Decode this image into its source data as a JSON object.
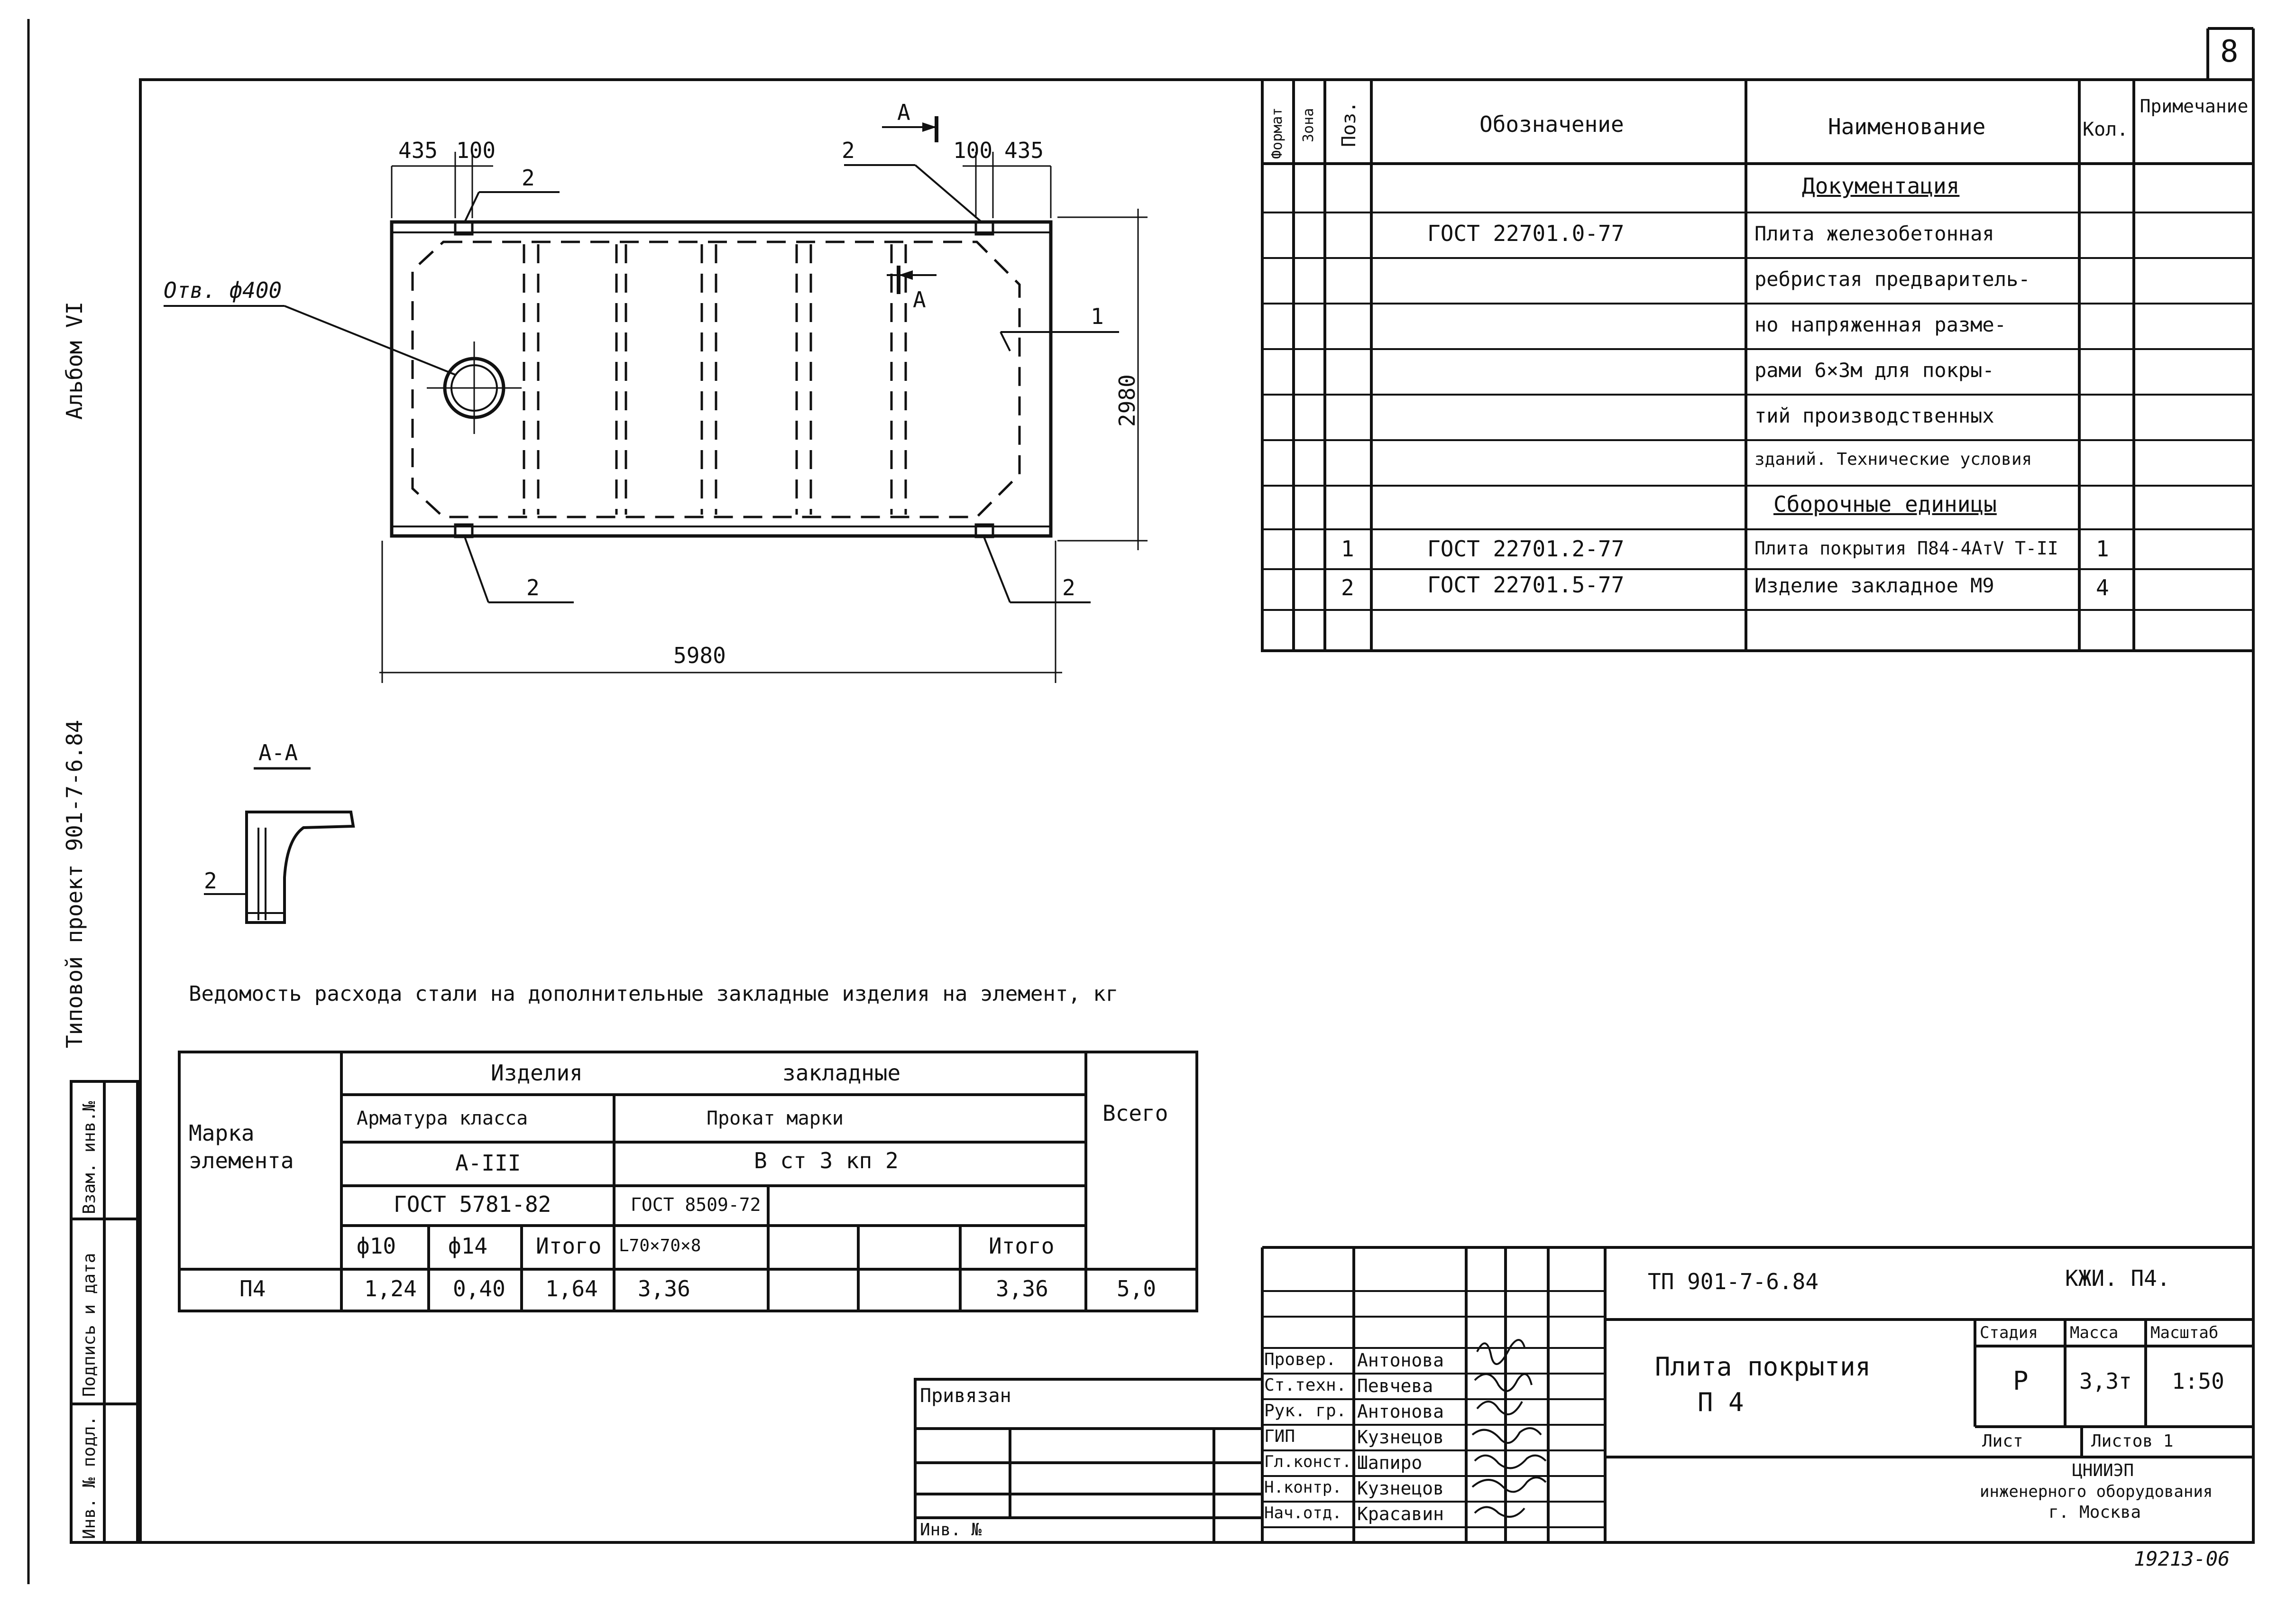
{
  "sheet_number": "8",
  "margin": {
    "album": "Альбом VI",
    "project": "Типовой проект 901-7-6.84",
    "inv_exch": "Взам. инв.№",
    "sign_date": "Подпись и дата",
    "inv_orig": "Инв. № подл."
  },
  "plan": {
    "dim_left_435": "435",
    "dim_left_100": "100",
    "dim_right_100": "100",
    "dim_right_435": "435",
    "dim_height": "2980",
    "dim_length": "5980",
    "hole_label": "Отв. ф400",
    "section_mark": "А",
    "pos1": "1",
    "pos2": "2"
  },
  "section": {
    "title": "А-А",
    "pos": "2"
  },
  "spec": {
    "col_format": "Формат",
    "col_zone": "Зона",
    "col_pos": "Поз.",
    "col_designation": "Обозначение",
    "col_name": "Наименование",
    "col_qty": "Кол.",
    "col_note": "Примечание",
    "section_docs": "Документация",
    "doc_code": "ГОСТ 22701.0-77",
    "doc_lines": [
      "Плита железобетонная",
      "ребристая предваритель-",
      "но напряженная разме-",
      "рами 6×3м для покры-",
      "тий производственных",
      "зданий. Технические условия"
    ],
    "section_asm": "Сборочные единицы",
    "rows": [
      {
        "pos": "1",
        "code": "ГОСТ 22701.2-77",
        "name": "Плита покрытия П84-4АтV Т-II",
        "qty": "1"
      },
      {
        "pos": "2",
        "code": "ГОСТ 22701.5-77",
        "name": "Изделие закладное М9",
        "qty": "4"
      }
    ]
  },
  "steel": {
    "caption": "Ведомость расхода стали на дополнительные закладные изделия на элемент, кг",
    "h_items": "Изделия",
    "h_embedded": "закладные",
    "h_mark": "Марка элемента",
    "h_total": "Всего",
    "h_rebar": "Арматура класса",
    "h_rolled": "Прокат марки",
    "rebar_class": "А-III",
    "rolled_grade": "В ст 3 кп 2",
    "rebar_gost": "ГОСТ 5781-82",
    "rolled_gost": "ГОСТ 8509-72",
    "sub_d10": "ф10",
    "sub_d14": "ф14",
    "sub_sum1": "Итого",
    "sub_angle": "L70×70×8",
    "sub_sum2": "Итого",
    "row": {
      "mark": "П4",
      "d10": "1,24",
      "d14": "0,40",
      "sum1": "1,64",
      "angle": "3,36",
      "sum2": "3,36",
      "total": "5,0"
    }
  },
  "stamp": {
    "linked": "Привязан",
    "inv_no": "Инв. №",
    "code": "ТП 901-7-6.84",
    "mark": "КЖИ. П4.",
    "title1": "Плита покрытия",
    "title2": "П 4",
    "h_stage": "Стадия",
    "h_mass": "Масса",
    "h_scale": "Масштаб",
    "stage": "Р",
    "mass": "3,3т",
    "scale": "1:50",
    "sheet": "Лист",
    "sheets": "Листов 1",
    "org1": "ЦНИИЭП",
    "org2": "инженерного оборудования",
    "org3": "г. Москва",
    "roles": [
      "Провер.",
      "Ст.техн.",
      "Рук. гр.",
      "ГИП",
      "Гл.конст.",
      "Н.контр.",
      "Нач.отд."
    ],
    "names": [
      "Антонова",
      "Певчева",
      "Антонова",
      "Кузнецов",
      "Шапиро",
      "Кузнецов",
      "Красавин"
    ]
  },
  "archive_no": "19213-06"
}
